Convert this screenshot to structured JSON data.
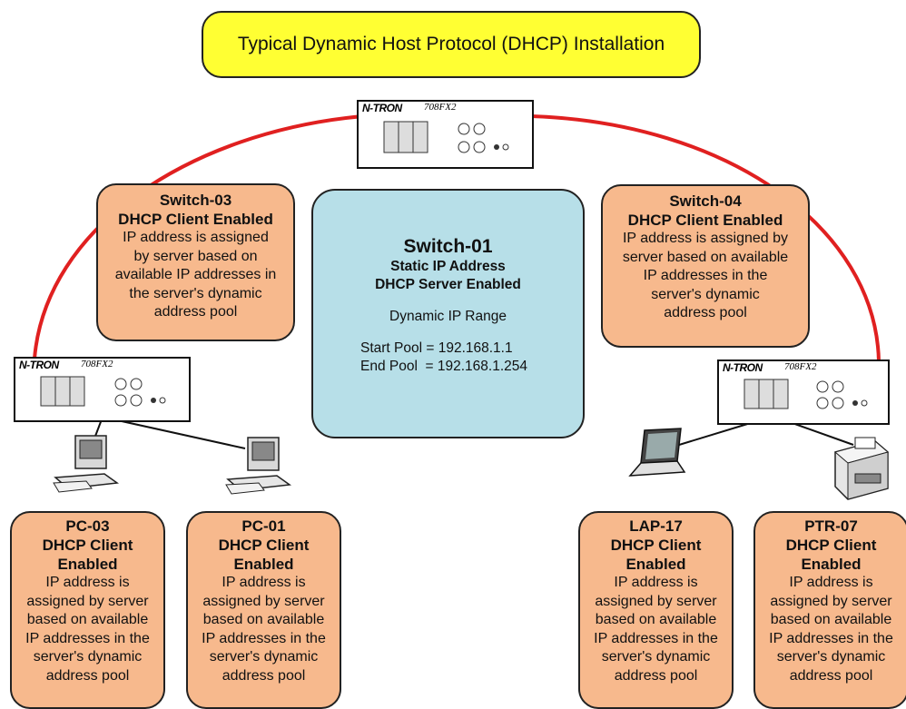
{
  "title": "Typical Dynamic Host Protocol (DHCP) Installation",
  "colors": {
    "title_fill": "#ffff33",
    "client_fill": "#f7b98d",
    "server_fill": "#b7dfe8",
    "ring": "#e02020"
  },
  "switch_device": {
    "brand": "N-TRON",
    "model": "708FX2"
  },
  "server": {
    "name": "Switch-01",
    "line1": "Static IP Address",
    "line2": "DHCP Server Enabled",
    "range_label": "Dynamic IP Range",
    "start_pool": "Start Pool = 192.168.1.1",
    "end_pool": "End Pool  = 192.168.1.254"
  },
  "switch03": {
    "name": "Switch-03",
    "status": "DHCP Client Enabled",
    "desc": [
      "IP address is assigned",
      "by server based on",
      "available IP addresses in",
      "the server's dynamic",
      "address pool"
    ]
  },
  "switch04": {
    "name": "Switch-04",
    "status": "DHCP Client Enabled",
    "desc": [
      "IP address is assigned by",
      "server based on available",
      "IP addresses in the",
      "server's dynamic",
      "address pool"
    ]
  },
  "clients": [
    {
      "name": "PC-03",
      "status1": "DHCP Client",
      "status2": "Enabled",
      "desc": [
        "IP address is",
        "assigned by server",
        "based on available",
        "IP addresses in the",
        "server's dynamic",
        "address pool"
      ]
    },
    {
      "name": "PC-01",
      "status1": "DHCP Client",
      "status2": "Enabled",
      "desc": [
        "IP address is",
        "assigned by server",
        "based on available",
        "IP addresses in the",
        "server's dynamic",
        "address pool"
      ]
    },
    {
      "name": "LAP-17",
      "status1": "DHCP Client",
      "status2": "Enabled",
      "desc": [
        "IP address is",
        "assigned by server",
        "based on available",
        "IP addresses in the",
        "server's dynamic",
        "address pool"
      ]
    },
    {
      "name": "PTR-07",
      "status1": "DHCP Client",
      "status2": "Enabled",
      "desc": [
        "IP address is",
        "assigned by server",
        "based on available",
        "IP addresses in the",
        "server's dynamic",
        "address pool"
      ]
    }
  ]
}
